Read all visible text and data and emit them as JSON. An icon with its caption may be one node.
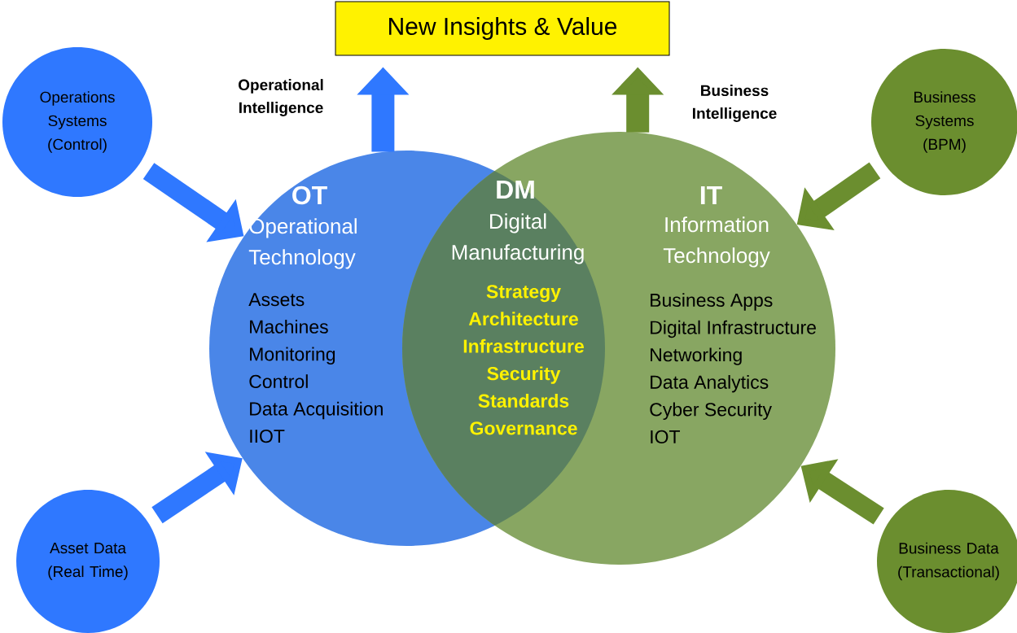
{
  "diagram": {
    "nodes": [
      {
        "text": [
          "New Insights & Value"
        ]
      },
      {
        "text": [
          "Operations Systems (Control)"
        ]
      },
      {
        "text": [
          "Asset Data (Real Time)"
        ]
      },
      {
        "text": [
          "Business Systems (BPM)"
        ]
      },
      {
        "text": [
          "Business Data (Transactional)"
        ]
      },
      {
        "text": [
          "OT",
          "Operational Technology",
          "Assets",
          "Machines",
          "Monitoring",
          "Control",
          "Data Acquisition",
          "IIOT"
        ]
      },
      {
        "text": [
          "IT",
          "Information Technology",
          "Business Apps",
          "Digital Infrastructure",
          "Networking",
          "Data Analytics",
          "Cyber Security",
          "IOT"
        ]
      },
      {
        "text": [
          "DM",
          "Digital Manufacturing",
          "Strategy",
          "Architecture",
          "Infrastructure",
          "Security",
          "Standards",
          "Governance"
        ]
      }
    ],
    "edges": [
      {
        "from": 1,
        "to": 5,
        "arrow": "to",
        "color": "#2f78ff"
      },
      {
        "from": 2,
        "to": 5,
        "arrow": "to",
        "color": "#2f78ff"
      },
      {
        "from": 3,
        "to": 6,
        "arrow": "to",
        "color": "#6b8e2f"
      },
      {
        "from": 4,
        "to": 6,
        "arrow": "to",
        "color": "#6b8e2f"
      },
      {
        "from": 5,
        "to": 0,
        "arrow": "to",
        "color": "#2f78ff",
        "label": "Operational Intelligence"
      },
      {
        "from": 6,
        "to": 0,
        "arrow": "to",
        "color": "#6b8e2f",
        "label": "Business Intelligence"
      }
    ]
  }
}
